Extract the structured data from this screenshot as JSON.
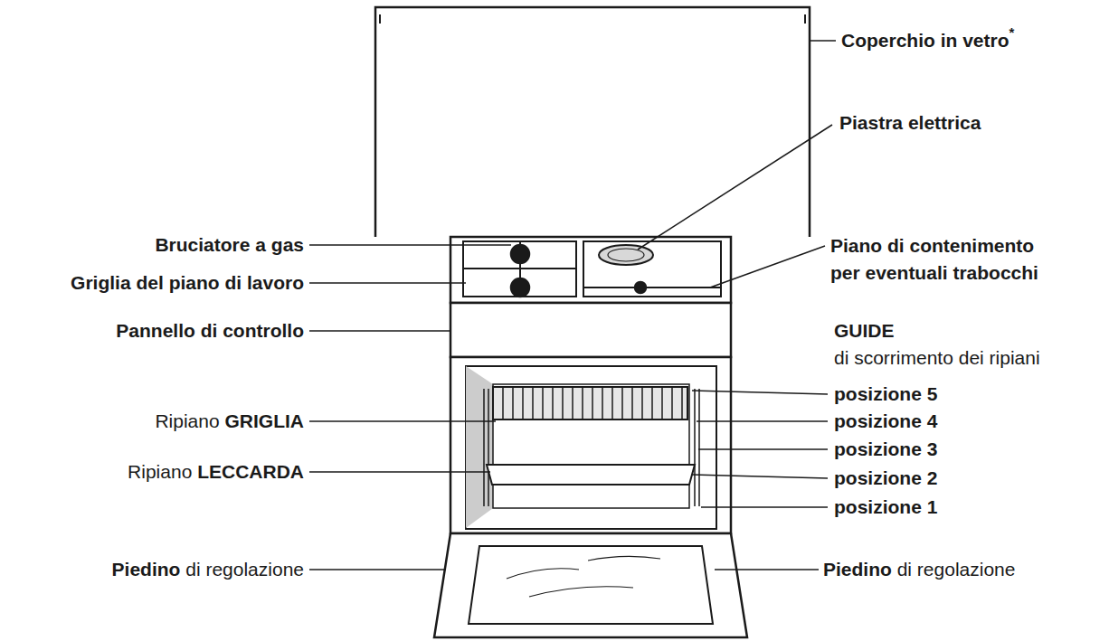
{
  "diagram": {
    "labels": [
      "Coperchio in vetro*",
      "Piastra elettrica",
      "Bruciatore a gas",
      "Piano di contenimento per eventuali trabocchi",
      "Griglia del piano di lavoro",
      "Pannello di controllo",
      "GUIDE di scorrimento dei ripiani",
      "posizione 5",
      "Ripiano GRIGLIA",
      "posizione 4",
      "posizione 3",
      "Ripiano LECCARDA",
      "posizione 2",
      "posizione 1",
      "Piedino di regolazione",
      "Piedino di regolazione"
    ]
  }
}
